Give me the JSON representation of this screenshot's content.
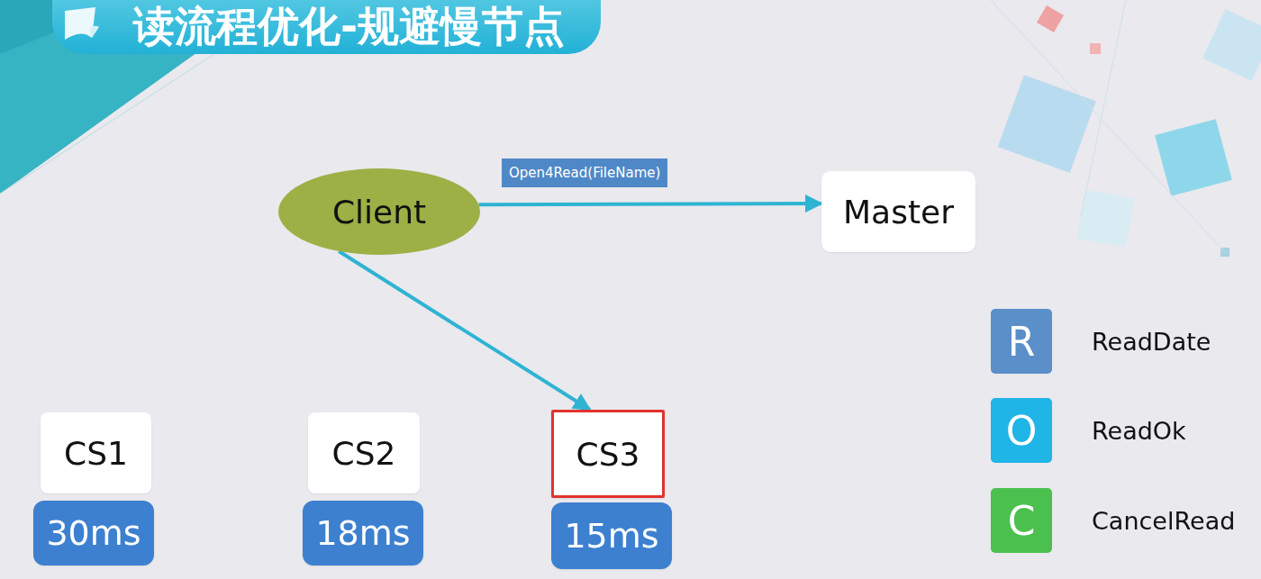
{
  "diagram": {
    "title": "读流程优化-规避慢节点",
    "nodes": [
      {
        "text": [
          "Client"
        ]
      },
      {
        "text": [
          "Master"
        ]
      },
      {
        "text": [
          "CS1"
        ]
      },
      {
        "text": [
          "CS2"
        ]
      },
      {
        "text": [
          "CS3"
        ]
      },
      {
        "text": [
          "30ms"
        ]
      },
      {
        "text": [
          "18ms"
        ]
      },
      {
        "text": [
          "15ms"
        ]
      }
    ],
    "edges": [
      {
        "from": 0,
        "to": 1,
        "arrow": "to",
        "label": "Open4Read(FileName)"
      },
      {
        "from": 0,
        "to": 4,
        "arrow": "to"
      }
    ],
    "labels": [
      "R",
      "O",
      "C"
    ],
    "legend": [
      {
        "text": "ReadDate",
        "color": "#5b8fc9"
      },
      {
        "text": "ReadOk",
        "color": "#1fb5e6"
      },
      {
        "text": "CancelRead",
        "color": "#4cc04f"
      }
    ]
  }
}
